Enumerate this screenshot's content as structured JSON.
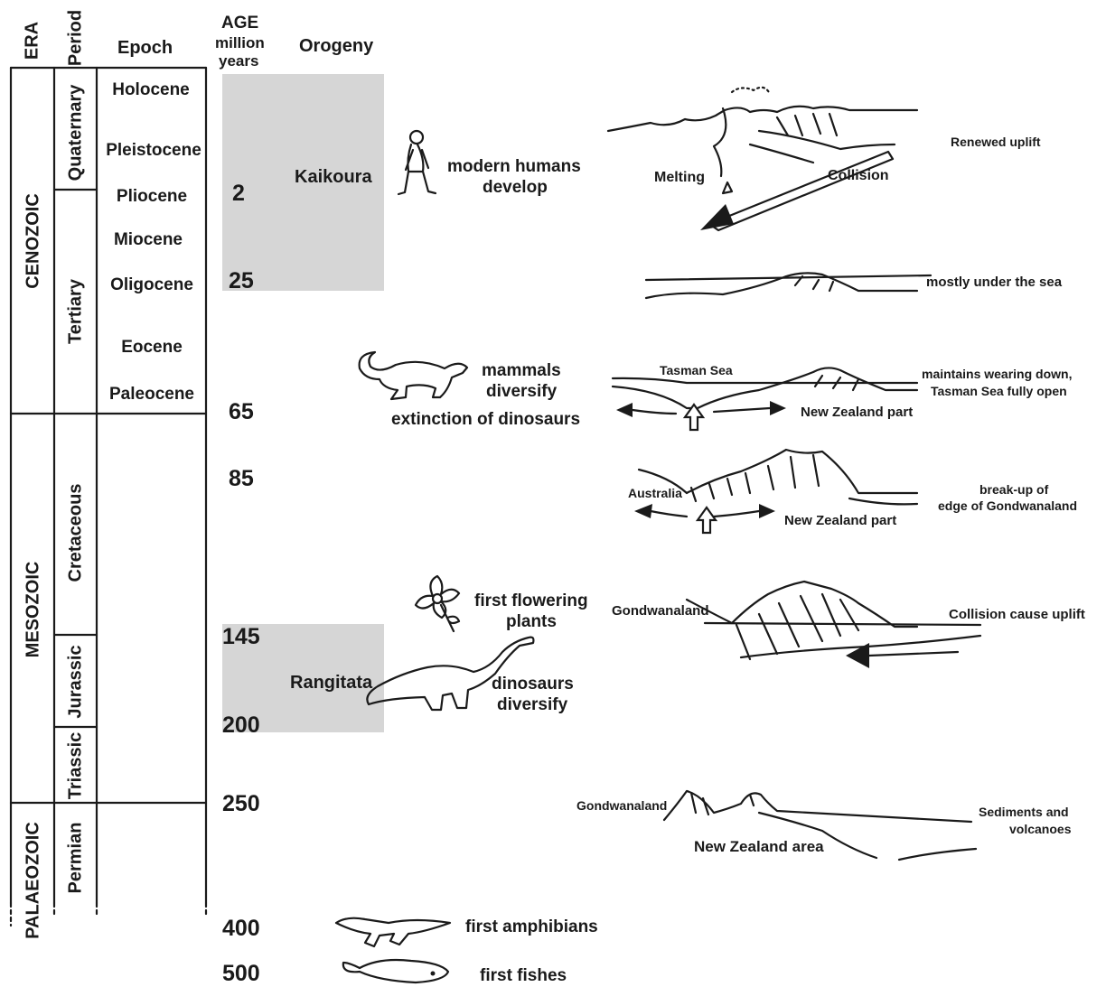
{
  "headers": {
    "era": "ERA",
    "period": "Period",
    "epoch": "Epoch",
    "age_line1": "AGE",
    "age_line2": "million",
    "age_line3": "years",
    "orogeny": "Orogeny"
  },
  "eras": [
    "CENOZOIC",
    "MESOZOIC",
    "PALAEOZOIC"
  ],
  "periods": [
    "Quaternary",
    "Tertiary",
    "Cretaceous",
    "Jurassic",
    "Triassic",
    "Permian"
  ],
  "epochs": [
    "Holocene",
    "Pleistocene",
    "Pliocene",
    "Miocene",
    "Oligocene",
    "Eocene",
    "Paleocene"
  ],
  "ages": [
    "2",
    "25",
    "65",
    "85",
    "145",
    "200",
    "250",
    "400",
    "500"
  ],
  "orogenies": [
    "Kaikoura",
    "Rangitata"
  ],
  "events": {
    "humans_1": "modern humans",
    "humans_2": "develop",
    "mammals_1": "mammals",
    "mammals_2": "diversify",
    "extinction": "extinction of dinosaurs",
    "flowers_1": "first flowering",
    "flowers_2": "plants",
    "dinos_1": "dinosaurs",
    "dinos_2": "diversify",
    "amphibians": "first amphibians",
    "fishes": "first fishes"
  },
  "diagram_labels": {
    "melting": "Melting",
    "collision": "Collision",
    "tasman_sea": "Tasman Sea",
    "nz_part_1": "New Zealand part",
    "australia": "Australia",
    "nz_part_2": "New Zealand part",
    "gondwanaland_1": "Gondwanaland",
    "gondwanaland_2": "Gondwanaland",
    "nz_area": "New Zealand area"
  },
  "descriptions": {
    "d1": "Renewed uplift",
    "d2": "mostly under the sea",
    "d3_1": "maintains wearing down,",
    "d3_2": "Tasman Sea fully open",
    "d4_1": "break-up of",
    "d4_2": "edge of Gondwanaland",
    "d5": "Collision cause uplift",
    "d6_1": "Sediments and",
    "d6_2": "volcanoes"
  },
  "colors": {
    "ink": "#1a1a1a",
    "orogeny_band": "#d6d6d6",
    "background": "#ffffff"
  }
}
